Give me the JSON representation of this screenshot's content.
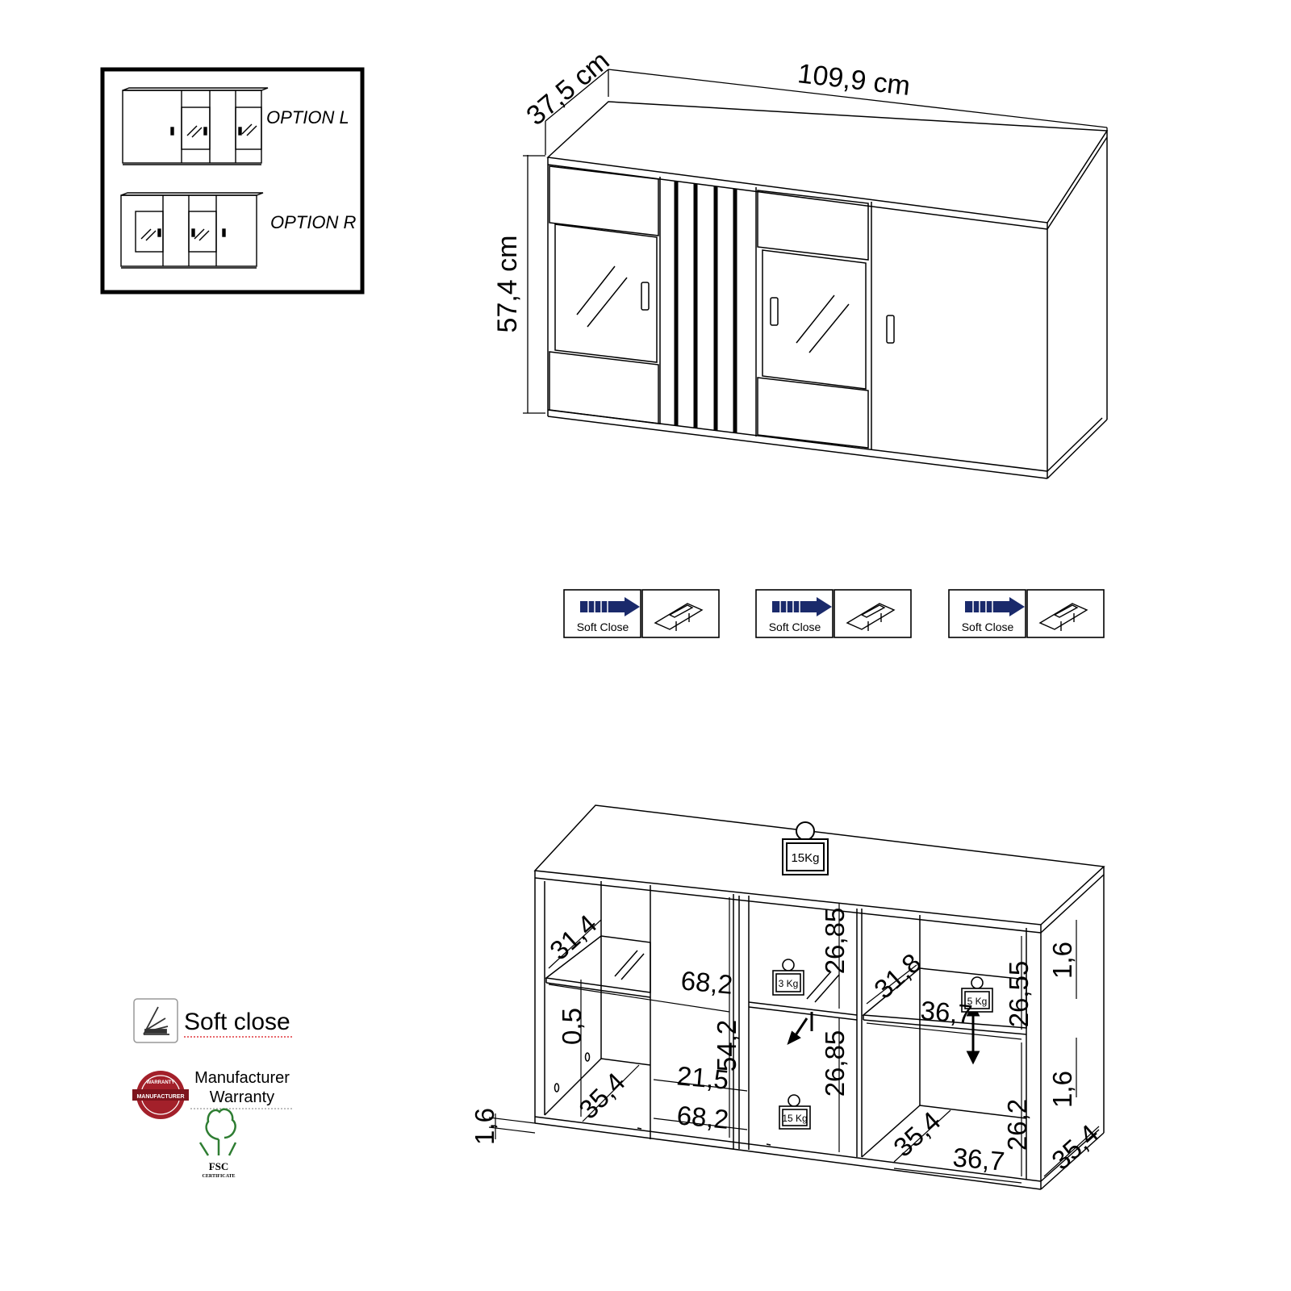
{
  "options": {
    "left_label": "OPTION L",
    "right_label": "OPTION R"
  },
  "overall_dimensions": {
    "width": "109,9 cm",
    "depth": "37,5 cm",
    "height": "57,4 cm"
  },
  "hardware": {
    "soft_close_label": "Soft Close",
    "count": 3
  },
  "load_limits": {
    "top": "15Kg",
    "shelf_mid_upper": "3 Kg",
    "shelf_mid_lower": "15 Kg",
    "shelf_right": "5 Kg"
  },
  "interior_dimensions": {
    "d_31_4": "31,4",
    "d_68_2_top": "68,2",
    "d_0_5": "0,5",
    "d_54_2": "54,2",
    "d_26_85_top": "26,85",
    "d_26_85_bottom": "26,85",
    "d_31_8": "31,8",
    "d_36_7_top": "36,7",
    "d_26_55": "26,55",
    "d_1_6_right_top": "1,6",
    "d_35_4_left": "35,4",
    "d_21_5": "21,5",
    "d_68_2_bottom": "68,2",
    "d_1_6_left": "1,6",
    "d_35_4_mid": "35,4",
    "d_36_7_bottom": "36,7",
    "d_26_2": "26,2",
    "d_1_6_right_bottom": "1,6",
    "d_35_4_right": "35,4"
  },
  "badges": {
    "soft_close": "Soft close",
    "warranty_line1": "Manufacturer",
    "warranty_line2": "Warranty",
    "warranty_seal_top": "WARRANTY",
    "warranty_seal_band": "MANUFACTURER",
    "fsc": "FSC",
    "fsc_sub": "CERTIFICATE"
  },
  "colors": {
    "line": "#000000",
    "arrow_fill": "#1a2a6b",
    "soft_close_text": "#e0393e",
    "warranty_red": "#a3202a",
    "fsc_green": "#2e7d32"
  }
}
